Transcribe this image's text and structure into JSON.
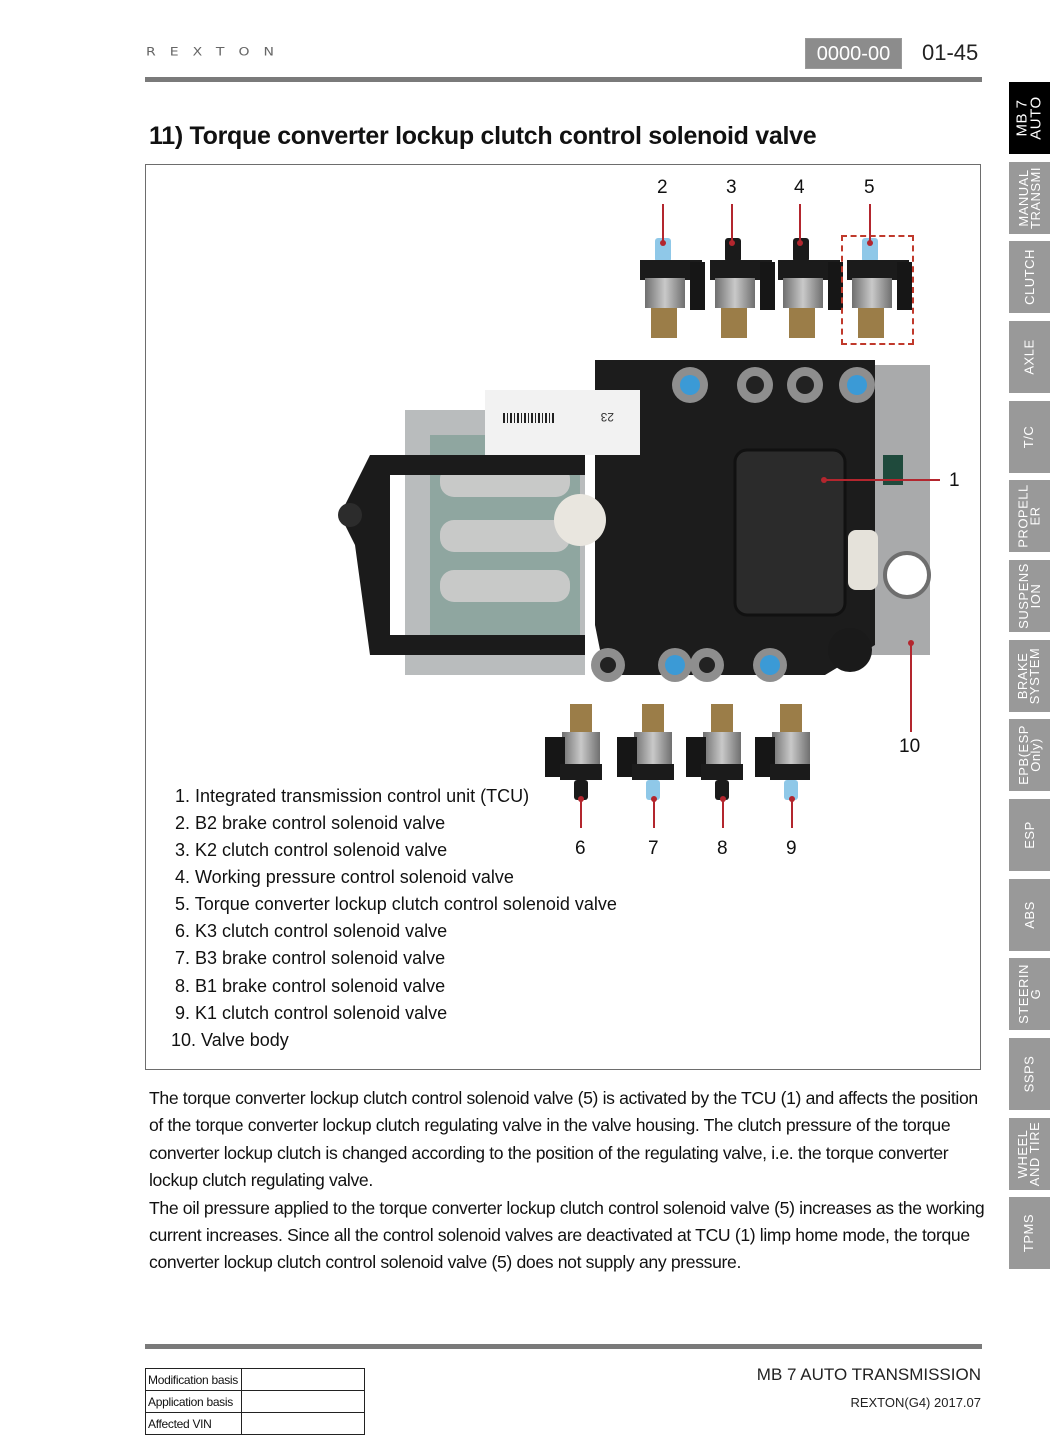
{
  "header": {
    "brand": "REXTON",
    "code": "0000-00",
    "page": "01-45"
  },
  "side_tabs": [
    {
      "label": "MB 7\nAUTO",
      "active": true
    },
    {
      "label": "MANUAL\nTRANSMI",
      "active": false
    },
    {
      "label": "CLUTCH",
      "active": false
    },
    {
      "label": "AXLE",
      "active": false
    },
    {
      "label": "T/C",
      "active": false
    },
    {
      "label": "PROPELL\nER",
      "active": false
    },
    {
      "label": "SUSPENS\nION",
      "active": false
    },
    {
      "label": "BRAKE\nSYSTEM",
      "active": false
    },
    {
      "label": "EPB(ESP\nOnly)",
      "active": false
    },
    {
      "label": "ESP",
      "active": false
    },
    {
      "label": "ABS",
      "active": false
    },
    {
      "label": "STEERIN\nG",
      "active": false
    },
    {
      "label": "SSPS",
      "active": false
    },
    {
      "label": "WHEEL\nAND TIRE",
      "active": false
    },
    {
      "label": "TPMS",
      "active": false
    }
  ],
  "section": {
    "title": "11) Torque converter lockup clutch control solenoid valve"
  },
  "figure": {
    "callouts": {
      "c1": "1",
      "c2": "2",
      "c3": "3",
      "c4": "4",
      "c5": "5",
      "c6": "6",
      "c7": "7",
      "c8": "8",
      "c9": "9",
      "c10": "10"
    },
    "label_sticker": "23",
    "legend": [
      "1. Integrated transmission control unit (TCU)",
      "2. B2 brake control solenoid valve",
      "3. K2 clutch control solenoid valve",
      "4. Working pressure control solenoid valve",
      "5. Torque converter lockup clutch control solenoid valve",
      "6. K3 clutch control solenoid valve",
      "7. B3 brake control solenoid valve",
      "8. B1 brake control solenoid valve",
      "9. K1 clutch control solenoid valve",
      "10. Valve body"
    ],
    "colors": {
      "leader": "#b3262e",
      "highlight_box": "#c0392b",
      "cap_blue": "#8fc8e8"
    }
  },
  "description": {
    "paragraphs": [
      "The torque converter lockup clutch control solenoid valve (5) is activated by the TCU (1) and affects the position of the torque converter lockup clutch regulating valve in the valve housing. The clutch pressure of the torque converter lockup clutch is changed according to the position of the regulating valve, i.e. the torque converter lockup clutch regulating valve.",
      "The oil pressure applied to the torque converter lockup clutch control solenoid valve (5) increases as the working current increases. Since all the control solenoid valves are deactivated at TCU (1) limp home mode, the torque converter lockup clutch control solenoid valve (5) does not supply any pressure."
    ]
  },
  "footer": {
    "table": [
      {
        "label": "Modification basis",
        "value": ""
      },
      {
        "label": "Application basis",
        "value": ""
      },
      {
        "label": "Affected VIN",
        "value": ""
      }
    ],
    "title": "MB 7 AUTO TRANSMISSION",
    "subtitle": "REXTON(G4) 2017.07"
  }
}
